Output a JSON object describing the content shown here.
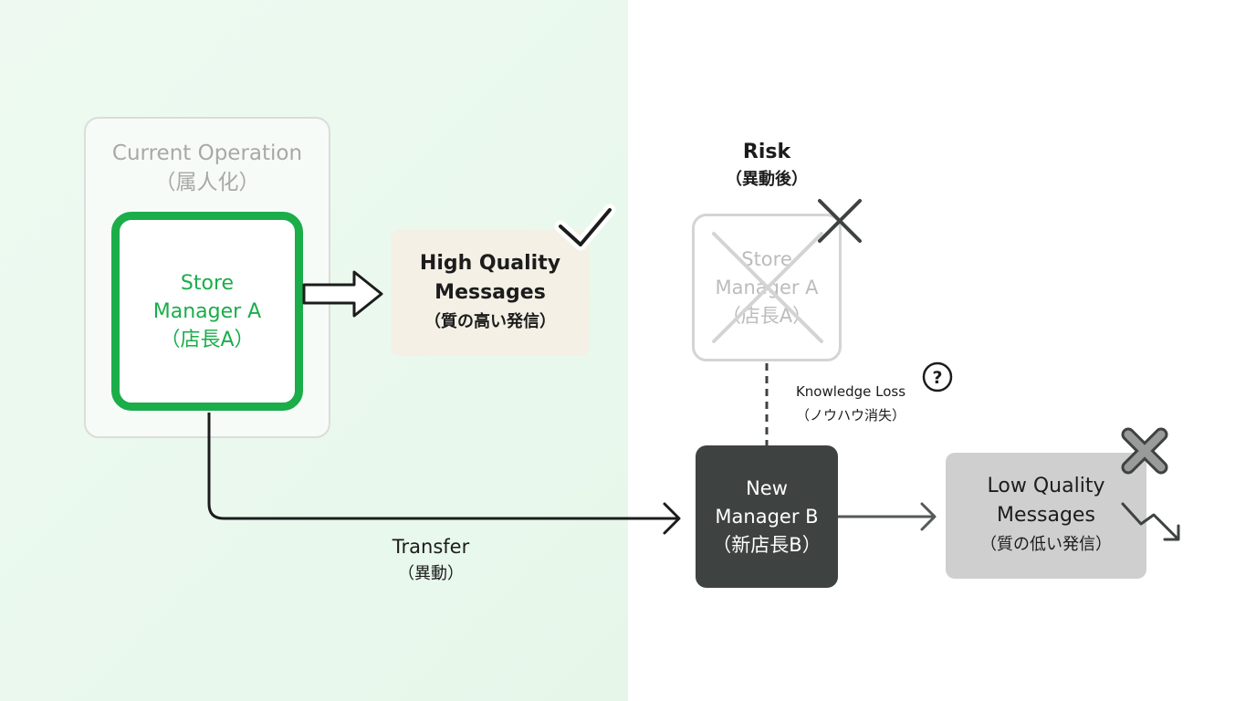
{
  "current_operation": {
    "title": "Current Operation",
    "subtitle": "（属人化）"
  },
  "store_manager_a": {
    "line1": "Store",
    "line2": "Manager A",
    "line3": "（店長A）"
  },
  "high_quality": {
    "line1": "High Quality",
    "line2": "Messages",
    "line3": "（質の高い発信）"
  },
  "risk": {
    "title": "Risk",
    "subtitle": "（異動後）"
  },
  "old_store_manager": {
    "line1": "Store",
    "line2": "Manager A",
    "line3": "（店長A）"
  },
  "knowledge_loss": {
    "line1": "Knowledge Loss",
    "line2": "（ノウハウ消失）",
    "icon_glyph": "?"
  },
  "new_manager_b": {
    "line1": "New",
    "line2": "Manager B",
    "line3": "（新店長B）"
  },
  "low_quality": {
    "line1": "Low Quality",
    "line2": "Messages",
    "line3": "（質の低い発信）"
  },
  "transfer": {
    "line1": "Transfer",
    "line2": "（異動）"
  },
  "icons": {
    "checkmark": "checkmark-icon",
    "cross": "cross-icon",
    "question": "question-circle-icon",
    "trend_down": "trend-down-icon"
  },
  "colors": {
    "accent_green": "#1aad4a",
    "dark": "#3e4240",
    "muted": "#a8a8a8"
  }
}
